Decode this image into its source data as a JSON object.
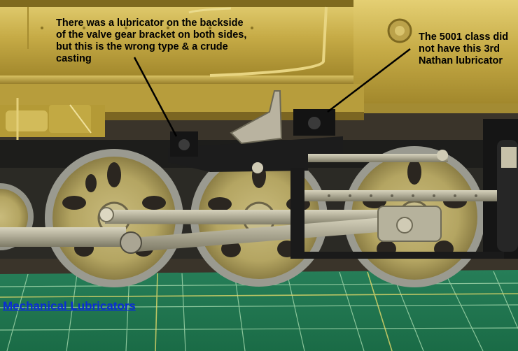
{
  "annotations": {
    "left_line1": "There was a lubricator on the backside",
    "left_line2": "of the valve gear bracket on both sides,",
    "left_line3": "but this is the wrong type & a crude",
    "left_line4": "casting",
    "right_line1": "The 5001 class did",
    "right_line2": "not have this 3rd",
    "right_line3": "Nathan lubricator"
  },
  "caption": "Mechanical Lubricators",
  "colors": {
    "brass": "#c9b04a",
    "cutting_mat": "#1f7a52",
    "caption_blue": "#0a2bd6",
    "casting_black": "#1b1b1b"
  }
}
